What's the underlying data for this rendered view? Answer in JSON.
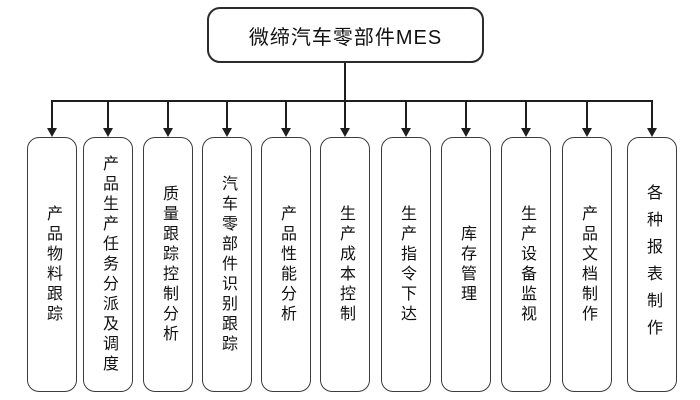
{
  "diagram": {
    "root": {
      "label": "微缔汽车零部件MES"
    },
    "branches": [
      {
        "label": "产品物料跟踪"
      },
      {
        "label": "产品生产任务分派及调度"
      },
      {
        "label": "质量跟踪控制分析"
      },
      {
        "label": "汽车零部件识别跟踪"
      },
      {
        "label": "产品性能分析"
      },
      {
        "label": "生产成本控制"
      },
      {
        "label": "生产指令下达"
      },
      {
        "label": "库存管理"
      },
      {
        "label": "生产设备监视"
      },
      {
        "label": "产品文档制作"
      },
      {
        "label": "各种报表制作"
      }
    ],
    "colors": {
      "background": "#ffffff",
      "line": "#1e1e1e",
      "node_border": "#3c3c3c",
      "text": "#111111"
    }
  }
}
